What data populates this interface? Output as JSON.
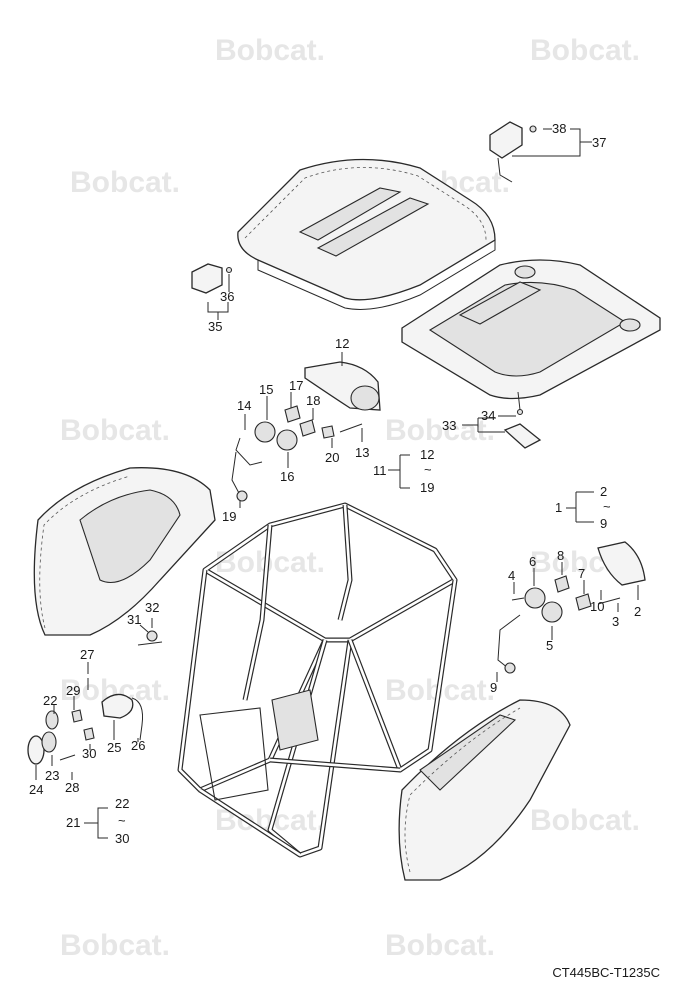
{
  "watermark": "Bobcat.",
  "drawing_code": "CT445BC-T1235C",
  "callouts": {
    "c1": "1",
    "c2": "2",
    "c2b": "2",
    "c3": "3",
    "c4": "4",
    "c5": "5",
    "c6": "6",
    "c7": "7",
    "c8": "8",
    "c9": "9",
    "c9b": "9",
    "c10": "10",
    "c11": "11",
    "c12": "12",
    "c12b": "12",
    "c13": "13",
    "c14": "14",
    "c15": "15",
    "c16": "16",
    "c17": "17",
    "c18": "18",
    "c19": "19",
    "c19b": "19",
    "c20": "20",
    "c21": "21",
    "c22": "22",
    "c22b": "22",
    "c23": "23",
    "c24": "24",
    "c25": "25",
    "c26": "26",
    "c27": "27",
    "c28": "28",
    "c29": "29",
    "c30": "30",
    "c30b": "30",
    "c31": "31",
    "c32": "32",
    "c33": "33",
    "c34": "34",
    "c35": "35",
    "c36": "36",
    "c37": "37",
    "c38": "38",
    "tilde": "~"
  }
}
